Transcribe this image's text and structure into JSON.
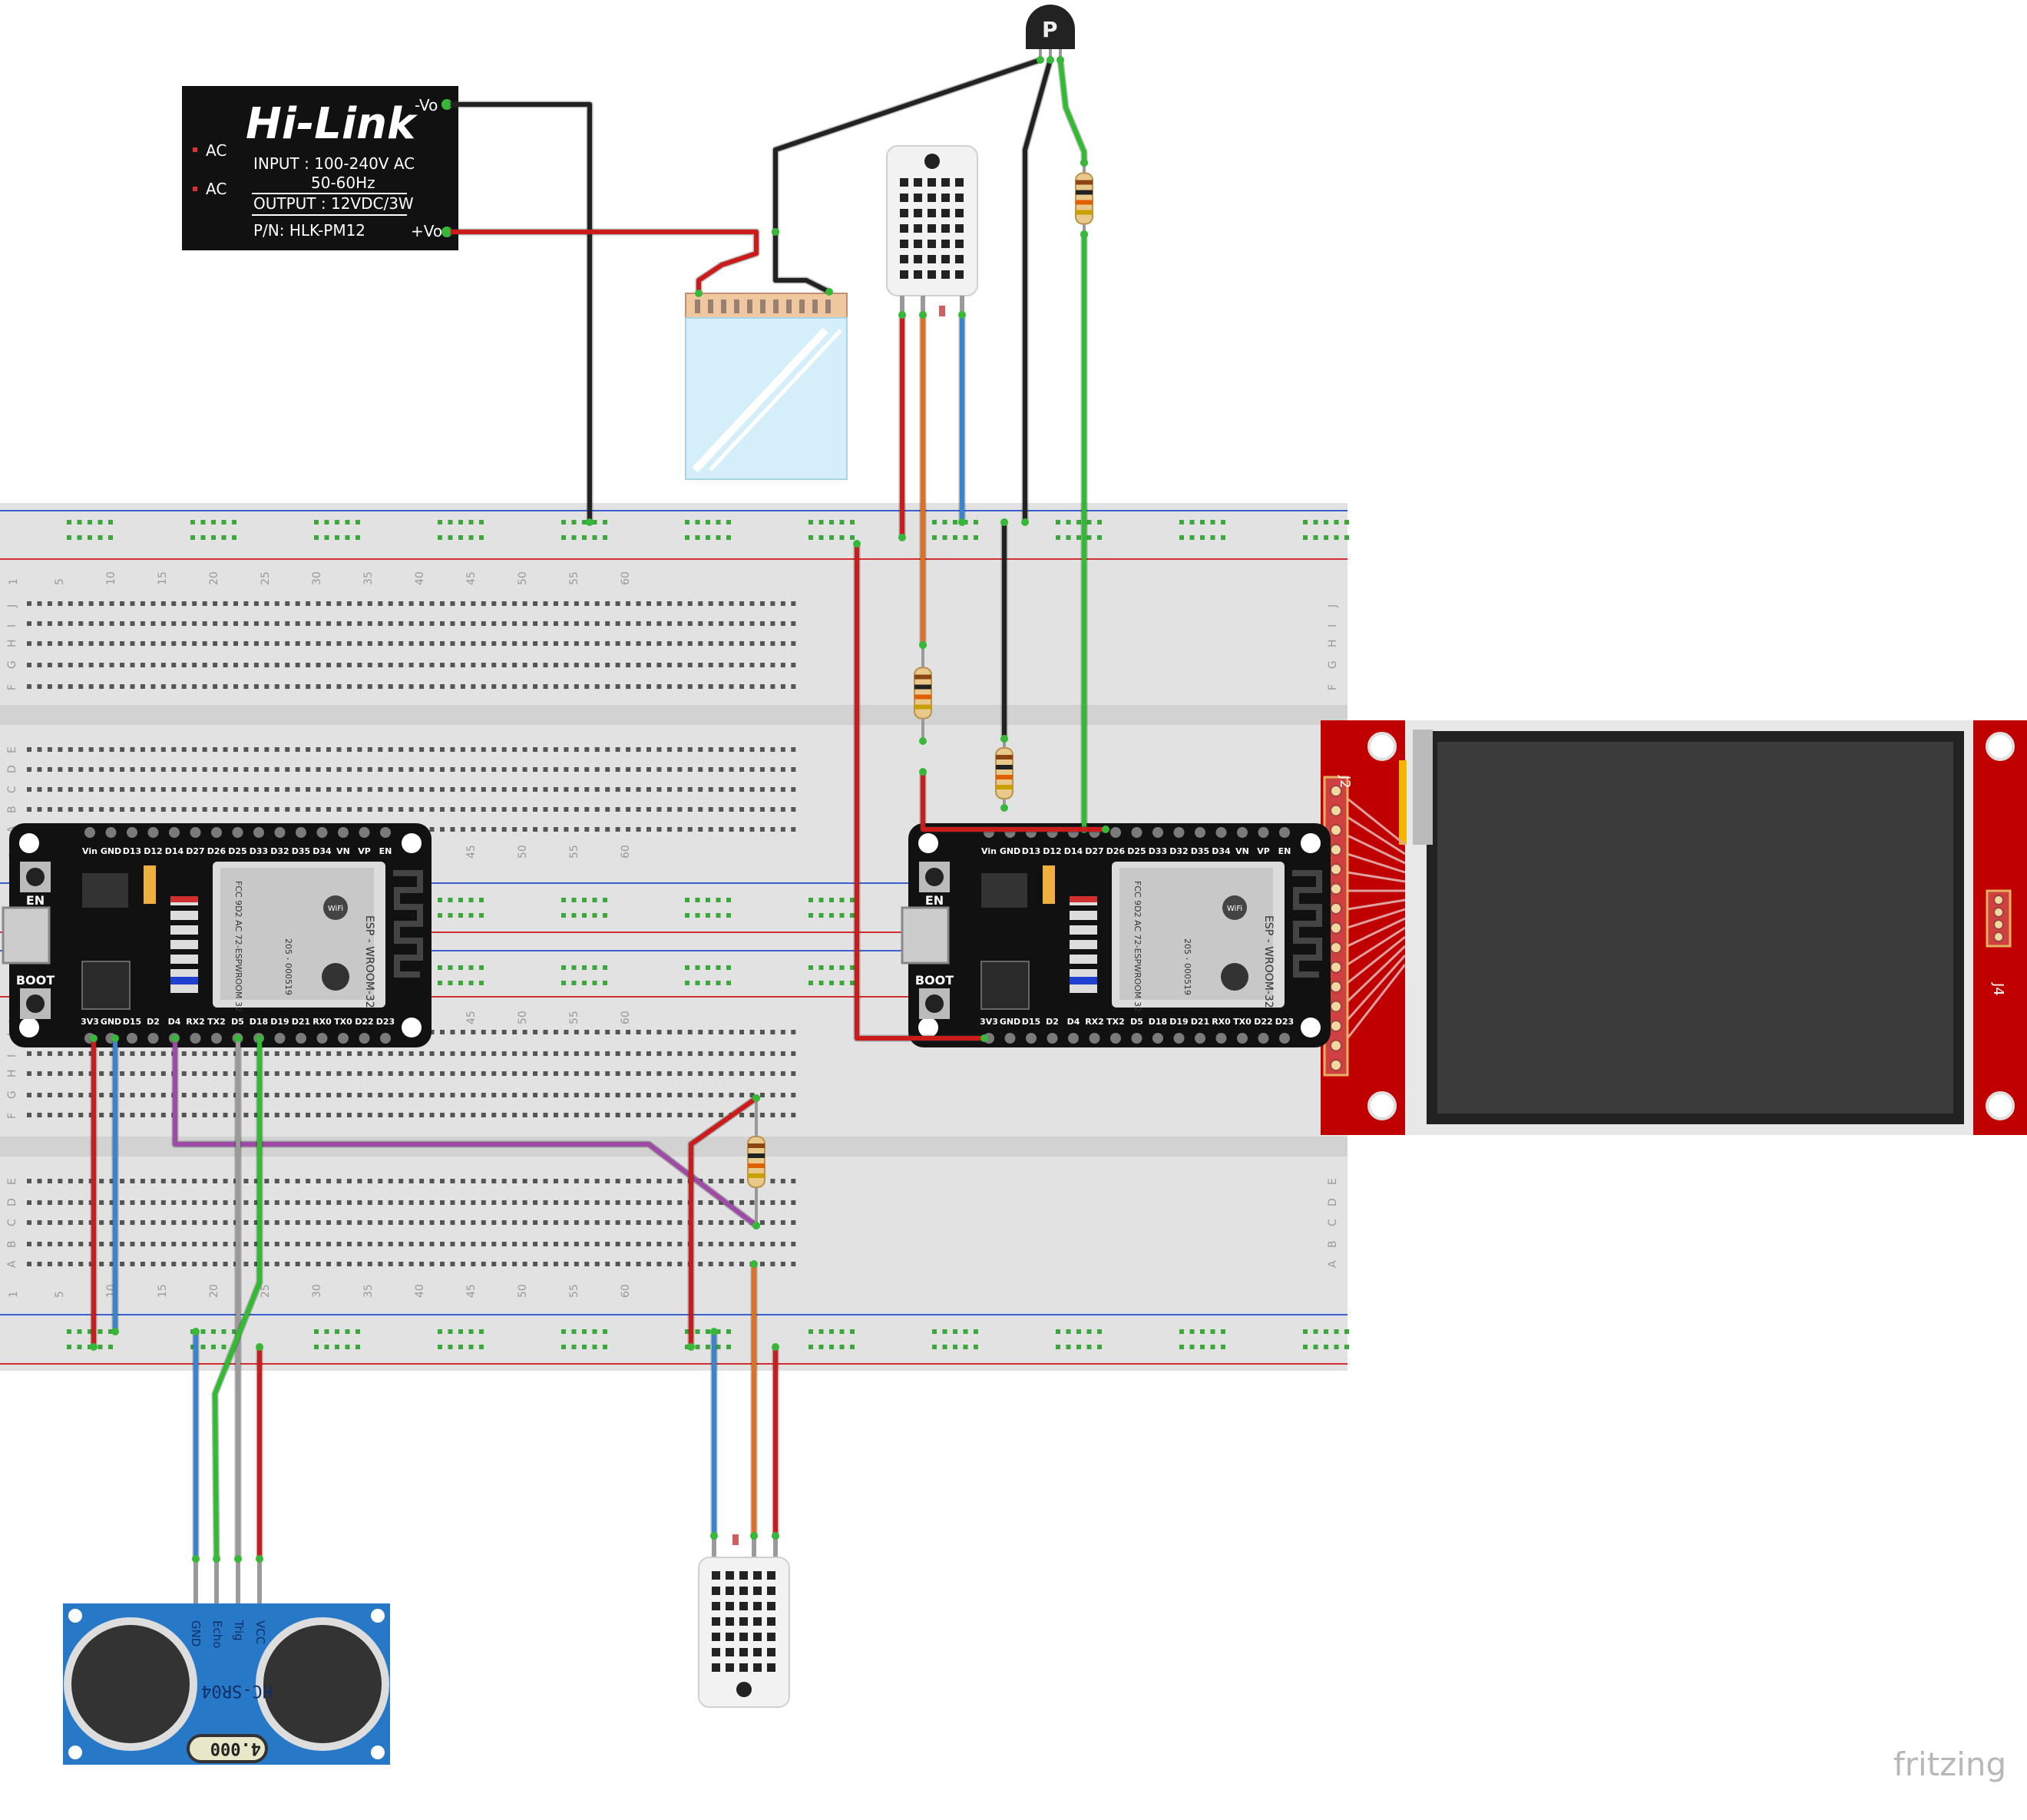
{
  "hilink": {
    "brand": "Hi-Link",
    "input_line": "INPUT : 100-240V AC",
    "freq_line": "50-60Hz",
    "output_line": "OUTPUT : 12VDC/3W",
    "part_line": "P/N: HLK-PM12",
    "pin_vo_minus": "-Vo",
    "pin_vo_plus": "+Vo",
    "pin_ac_1": "AC",
    "pin_ac_2": "AC"
  },
  "transistor_label": "P",
  "breadboard": {
    "col_numbers": [
      "1",
      "5",
      "10",
      "15",
      "20",
      "25",
      "30",
      "35",
      "40",
      "45",
      "50",
      "55",
      "60"
    ],
    "rows_top": [
      "J",
      "I",
      "H",
      "G",
      "F"
    ],
    "rows_bottom": [
      "E",
      "D",
      "C",
      "B",
      "A"
    ]
  },
  "esp32_left": {
    "top_pins": [
      "Vin",
      "GND",
      "D13",
      "D12",
      "D14",
      "D27",
      "D26",
      "D25",
      "D33",
      "D32",
      "D35",
      "D34",
      "VN",
      "VP",
      "EN"
    ],
    "bottom_pins": [
      "3V3",
      "GND",
      "D15",
      "D2",
      "D4",
      "RX2",
      "TX2",
      "D5",
      "D18",
      "D19",
      "D21",
      "RX0",
      "TX0",
      "D22",
      "D23"
    ],
    "en_label": "EN",
    "boot_label": "BOOT",
    "module_label": "ESP - WROOM-32",
    "fcc_label": "FCC 9D2 AC 72-ESPWROOM 32",
    "cert_label": "205 - 000519",
    "wifi_label": "WiFi"
  },
  "esp32_right": {
    "top_pins": [
      "Vin",
      "GND",
      "D13",
      "D12",
      "D14",
      "D27",
      "D26",
      "D25",
      "D33",
      "D32",
      "D35",
      "D34",
      "VN",
      "VP",
      "EN"
    ],
    "bottom_pins": [
      "3V3",
      "GND",
      "D15",
      "D2",
      "D4",
      "RX2",
      "TX2",
      "D5",
      "D18",
      "D19",
      "D21",
      "RX0",
      "TX0",
      "D22",
      "D23"
    ],
    "en_label": "EN",
    "boot_label": "BOOT",
    "module_label": "ESP - WROOM-32",
    "fcc_label": "FCC 9D2 AC 72-ESPWROOM 32",
    "cert_label": "205 - 000519",
    "wifi_label": "WiFi"
  },
  "lcd": {
    "j2_label": "J2",
    "j4_label": "J4"
  },
  "ultrasonic": {
    "pins": [
      "GND",
      "Echo",
      "Trig",
      "VCC"
    ],
    "model": "HC-SR04",
    "crystal": "4.000"
  },
  "watermark": "fritzing",
  "colors": {
    "wire_black": "#222222",
    "wire_red": "#cc1b1b",
    "wire_green": "#2ebd2e",
    "wire_blue": "#3a83d0",
    "wire_orange": "#e07020",
    "wire_gray": "#9a9a9a",
    "wire_purple": "#a04aa8",
    "board_red": "#c00000",
    "breadboard": "#e2e2e2",
    "esp_black": "#111111",
    "sensor_white": "#f0f0f0",
    "hcsr04_blue": "#2878c8"
  }
}
